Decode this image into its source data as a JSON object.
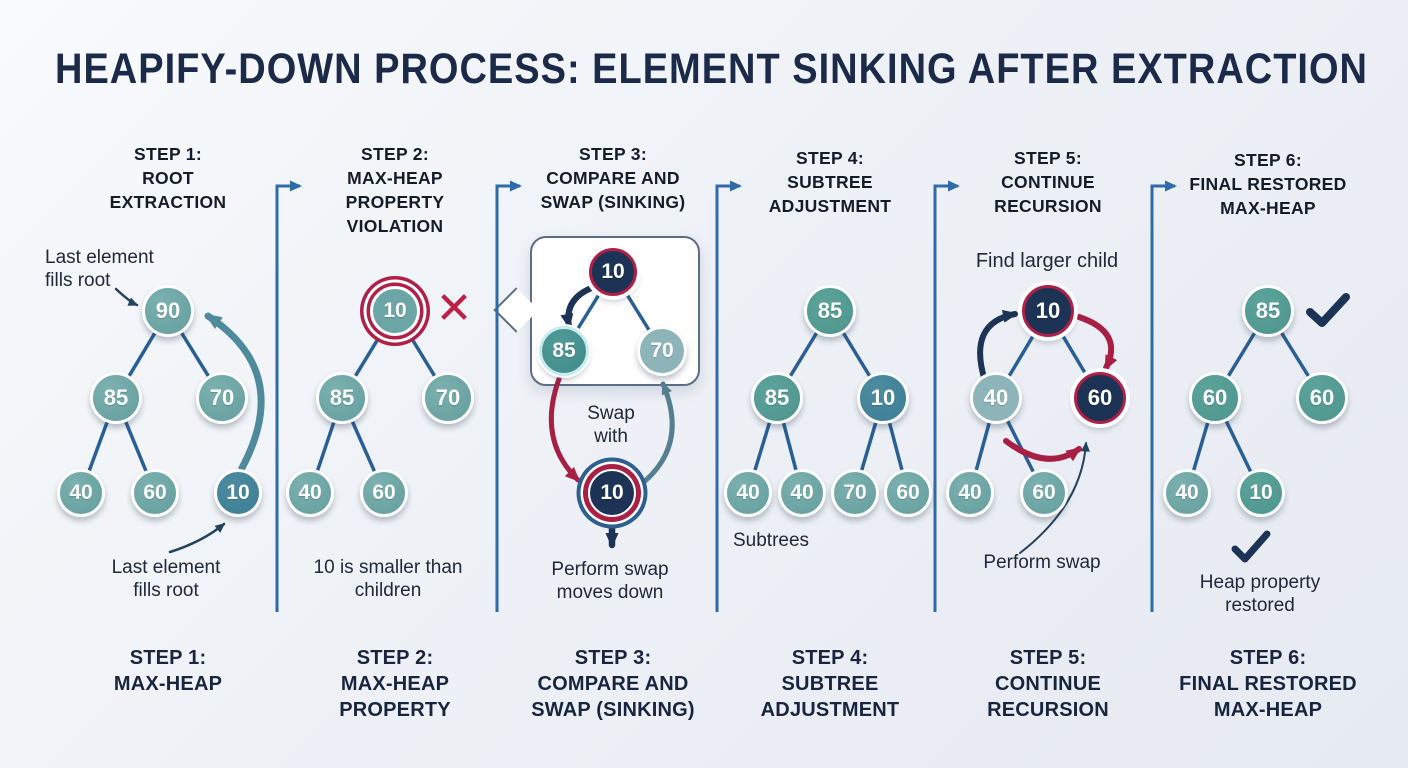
{
  "title": "HEAPIFY-DOWN PROCESS: ELEMENT SINKING AFTER EXTRACTION",
  "colors": {
    "background": "#EEF1F6",
    "title_text": "#1C2A4A",
    "node_teal": "#6BA5A5",
    "node_green_teal": "#519790",
    "node_dark_teal": "#3F7E95",
    "node_light_teal": "#8DB4B8",
    "node_navy": "#1D3355",
    "ring_crimson": "#AA2044",
    "edge_blue": "#2A5F96",
    "flow_arrow_blue": "#2F6BA8",
    "error_red": "#C01F44"
  },
  "steps": [
    {
      "header": "STEP 1:\nROOT\nEXTRACTION",
      "footer": "STEP 1:\nMAX-HEAP",
      "nodes": {
        "root": "90",
        "l": "85",
        "r": "70",
        "ll": "40",
        "lr": "60",
        "last": "10"
      },
      "notes": {
        "top": "Last element\nfills root",
        "bottom": "Last element\nfills root"
      }
    },
    {
      "header": "STEP 2:\nMAX-HEAP\nPROPERTY\nVIOLATION",
      "footer": "STEP 2:\nMAX-HEAP\nPROPERTY",
      "nodes": {
        "root": "10",
        "l": "85",
        "r": "70",
        "ll": "40",
        "lr": "60"
      },
      "notes": {
        "bottom": "10 is smaller than\nchildren"
      },
      "x_mark": "✕"
    },
    {
      "header": "STEP 3:\nCOMPARE AND\nSWAP (SINKING)",
      "footer": "STEP 3:\nCOMPARE AND\nSWAP (SINKING)",
      "nodes": {
        "root": "10",
        "l": "85",
        "r": "70",
        "sink": "10"
      },
      "notes": {
        "swap": "Swap\nwith",
        "bottom": "Perform swap\nmoves down"
      }
    },
    {
      "header": "STEP 4:\nSUBTREE\nADJUSTMENT",
      "footer": "STEP 4:\nSUBTREE\nADJUSTMENT",
      "nodes": {
        "root": "85",
        "l": "85",
        "r": "10",
        "ll": "40",
        "lr": "40",
        "rl": "70",
        "rr": "60"
      },
      "notes": {
        "bottom": "Subtrees"
      }
    },
    {
      "header": "STEP 5:\nCONTINUE\nRECURSION",
      "footer": "STEP 5:\nCONTINUE\nRECURSION",
      "nodes": {
        "root": "10",
        "l": "40",
        "r": "60",
        "ll": "40",
        "lr": "60"
      },
      "notes": {
        "top": "Find larger child",
        "bottom": "Perform swap"
      }
    },
    {
      "header": "STEP 6:\nFINAL RESTORED\nMAX-HEAP",
      "footer": "STEP 6:\nFINAL RESTORED\nMAX-HEAP",
      "nodes": {
        "root": "85",
        "l": "60",
        "r": "60",
        "ll": "40",
        "lr": "10"
      },
      "notes": {
        "bottom": "Heap property\nrestored"
      }
    }
  ]
}
